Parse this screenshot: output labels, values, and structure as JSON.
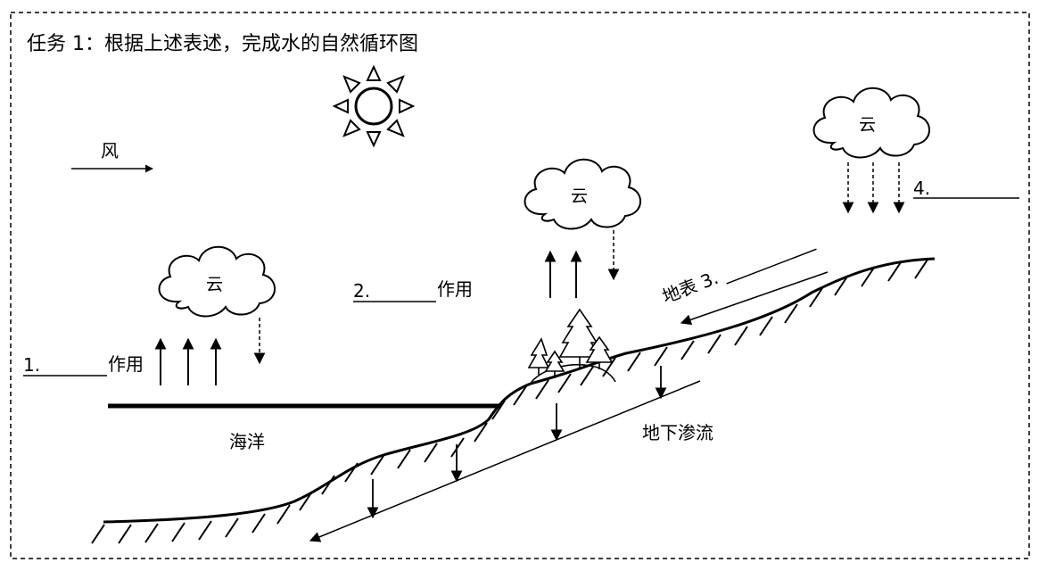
{
  "title": "任务 1：根据上述表述，完成水的自然循环图",
  "wind_label": "风",
  "cloud_label": "云",
  "ocean_label": "海洋",
  "groundwater_label": "地下渗流",
  "blank1": {
    "number": "1.",
    "suffix": "作用"
  },
  "blank2": {
    "number": "2.",
    "suffix": "作用"
  },
  "blank3": {
    "prefix": "地表",
    "number": "3."
  },
  "blank4": {
    "number": "4."
  },
  "icons": [
    "sun-icon",
    "cloud-icon",
    "tree-icon",
    "arrow-icon"
  ]
}
